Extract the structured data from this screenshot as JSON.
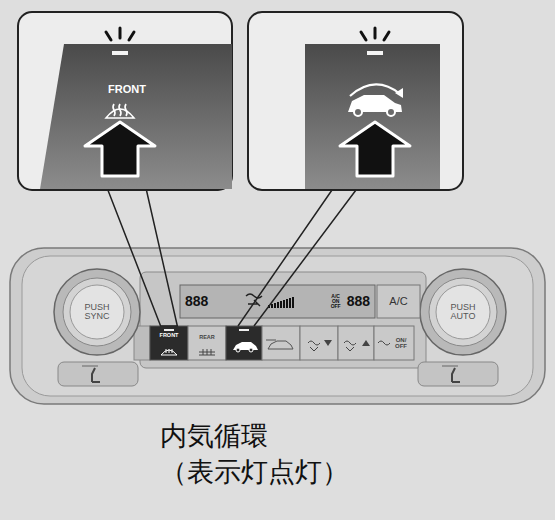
{
  "diagram": {
    "caption": "内気循環 （表示灯点灯）",
    "nodes": [
      {
        "text": [
          "FRONT"
        ]
      },
      {
        "text": [
          "PUSH SYNC"
        ]
      },
      {
        "text": [
          "888",
          "A/C ON OFF",
          "888"
        ]
      },
      {
        "text": [
          "A/C"
        ]
      },
      {
        "text": [
          "PUSH AUTO"
        ]
      },
      {
        "text": [
          "FRONT"
        ]
      },
      {
        "text": [
          "REAR"
        ]
      },
      {
        "text": [
          "ON/ OFF"
        ]
      }
    ],
    "edges": [
      {
        "from": 0,
        "to": 5,
        "arrow": "none"
      }
    ]
  }
}
